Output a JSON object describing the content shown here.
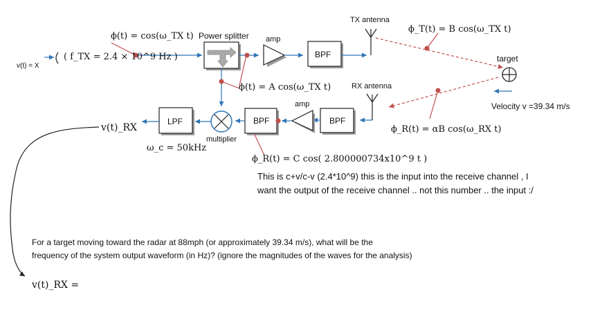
{
  "labels": {
    "v_input": "v(t) = X",
    "f_tx": "( f_TX = 2.4 × 10^9 Hz )",
    "phi_main": "ϕ(t) = cos(ω_TX t)",
    "power_splitter": "Power splitter",
    "amp_top": "amp",
    "bpf_top": "BPF",
    "tx_antenna": "TX antenna",
    "phi_t": "ϕ_T(t) = B cos(ω_TX t)",
    "target": "target",
    "velocity": "Velocity v  =39.34 m/s",
    "phi_a": "ϕ(t) = A cos(ω_TX t)",
    "rx_antenna": "RX antenna",
    "amp_bottom": "amp",
    "bpf_rx": "BPF",
    "bpf_mix": "BPF",
    "lpf": "LPF",
    "v_rx": "v(t)_RX",
    "multiplier": "multiplier",
    "omega_c": "ω_c = 50kHz",
    "phi_r_alpha": "ϕ_R(t) = αB cos(ω_RX t)",
    "phi_r_c": "ϕ_R(t) = C cos(  2.800000734x10^9 t )"
  },
  "notes": {
    "line1": "This is    c+v/c-v (2.4*10^9) this is the input into the receive channel , I",
    "line2": "want the output of the receive channel .. not this number .. the input :/"
  },
  "question": {
    "line1": "For a target moving toward the radar at 88mph (or approximately 39.34 m/s), what will be the",
    "line2": "frequency of the system output waveform (in Hz)?   (ignore the magnitudes of the waves for the    analysis)"
  },
  "answer_label": "v(t)_RX =",
  "colors": {
    "wire": "#2e75b6",
    "annotation": "#c0504d",
    "outline": "#222222"
  }
}
